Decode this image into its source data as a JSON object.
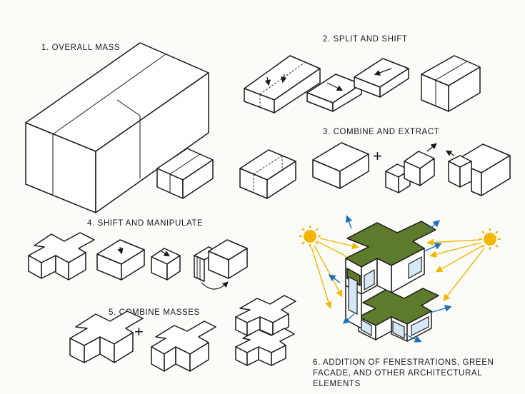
{
  "steps": [
    {
      "label": "1. OVERALL MASS"
    },
    {
      "label": "2. SPLIT AND SHIFT"
    },
    {
      "label": "3. COMBINE AND EXTRACT"
    },
    {
      "label": "4. SHIFT AND MANIPULATE"
    },
    {
      "label": "5. COMBINE MASSES"
    },
    {
      "label_lines": [
        "6. ADDITION OF FENESTRATIONS, GREEN",
        "FACADE, AND OTHER ARCHITECTURAL",
        "ELEMENTS"
      ]
    }
  ],
  "symbols": {
    "plus": "+"
  },
  "colors": {
    "sun": "#f2b705",
    "arrow": "#1f6fb8",
    "green_roof": "#5e7a2c",
    "glass": "#d6e8f5"
  }
}
